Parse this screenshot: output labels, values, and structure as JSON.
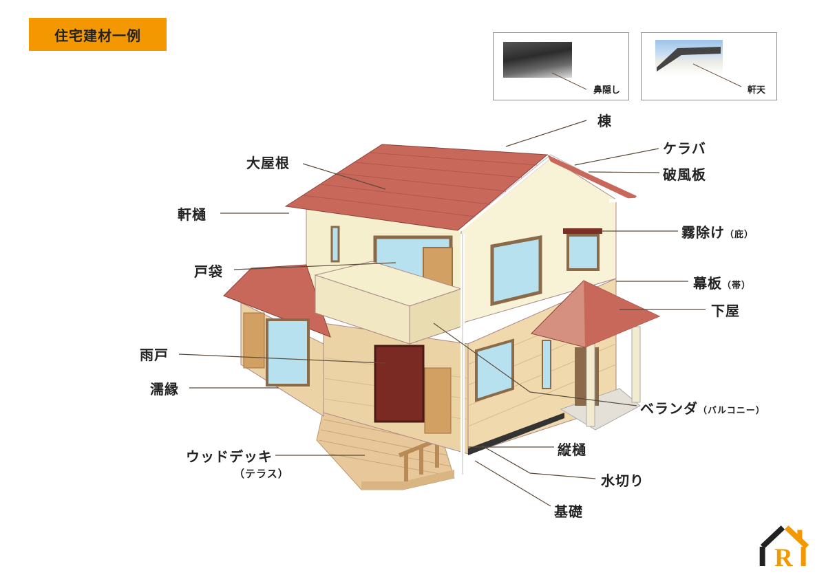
{
  "title": "住宅建材一例",
  "photos": [
    {
      "caption": "鼻隠し"
    },
    {
      "caption": "軒天"
    }
  ],
  "labels": {
    "mune": "棟",
    "keraba": "ケラバ",
    "hafuita": "破風板",
    "oyane": "大屋根",
    "nokidoi": "軒樋",
    "kirayoke": "霧除け",
    "kirayoke_note": "（庇）",
    "tobukuro": "戸袋",
    "makuita": "幕板",
    "makuita_note": "（帯）",
    "geya": "下屋",
    "amado": "雨戸",
    "nureen": "濡縁",
    "veranda": "ベランダ",
    "veranda_note": "（バルコニー）",
    "wooddeck": "ウッドデッキ",
    "wooddeck_note": "（テラス）",
    "tatedoi": "縦樋",
    "mizukiri": "水切り",
    "kiso": "基礎"
  },
  "colors": {
    "accent": "#f39800",
    "roof": "#c8685a",
    "wall": "#f6efce",
    "siding": "#ecd3a6"
  }
}
